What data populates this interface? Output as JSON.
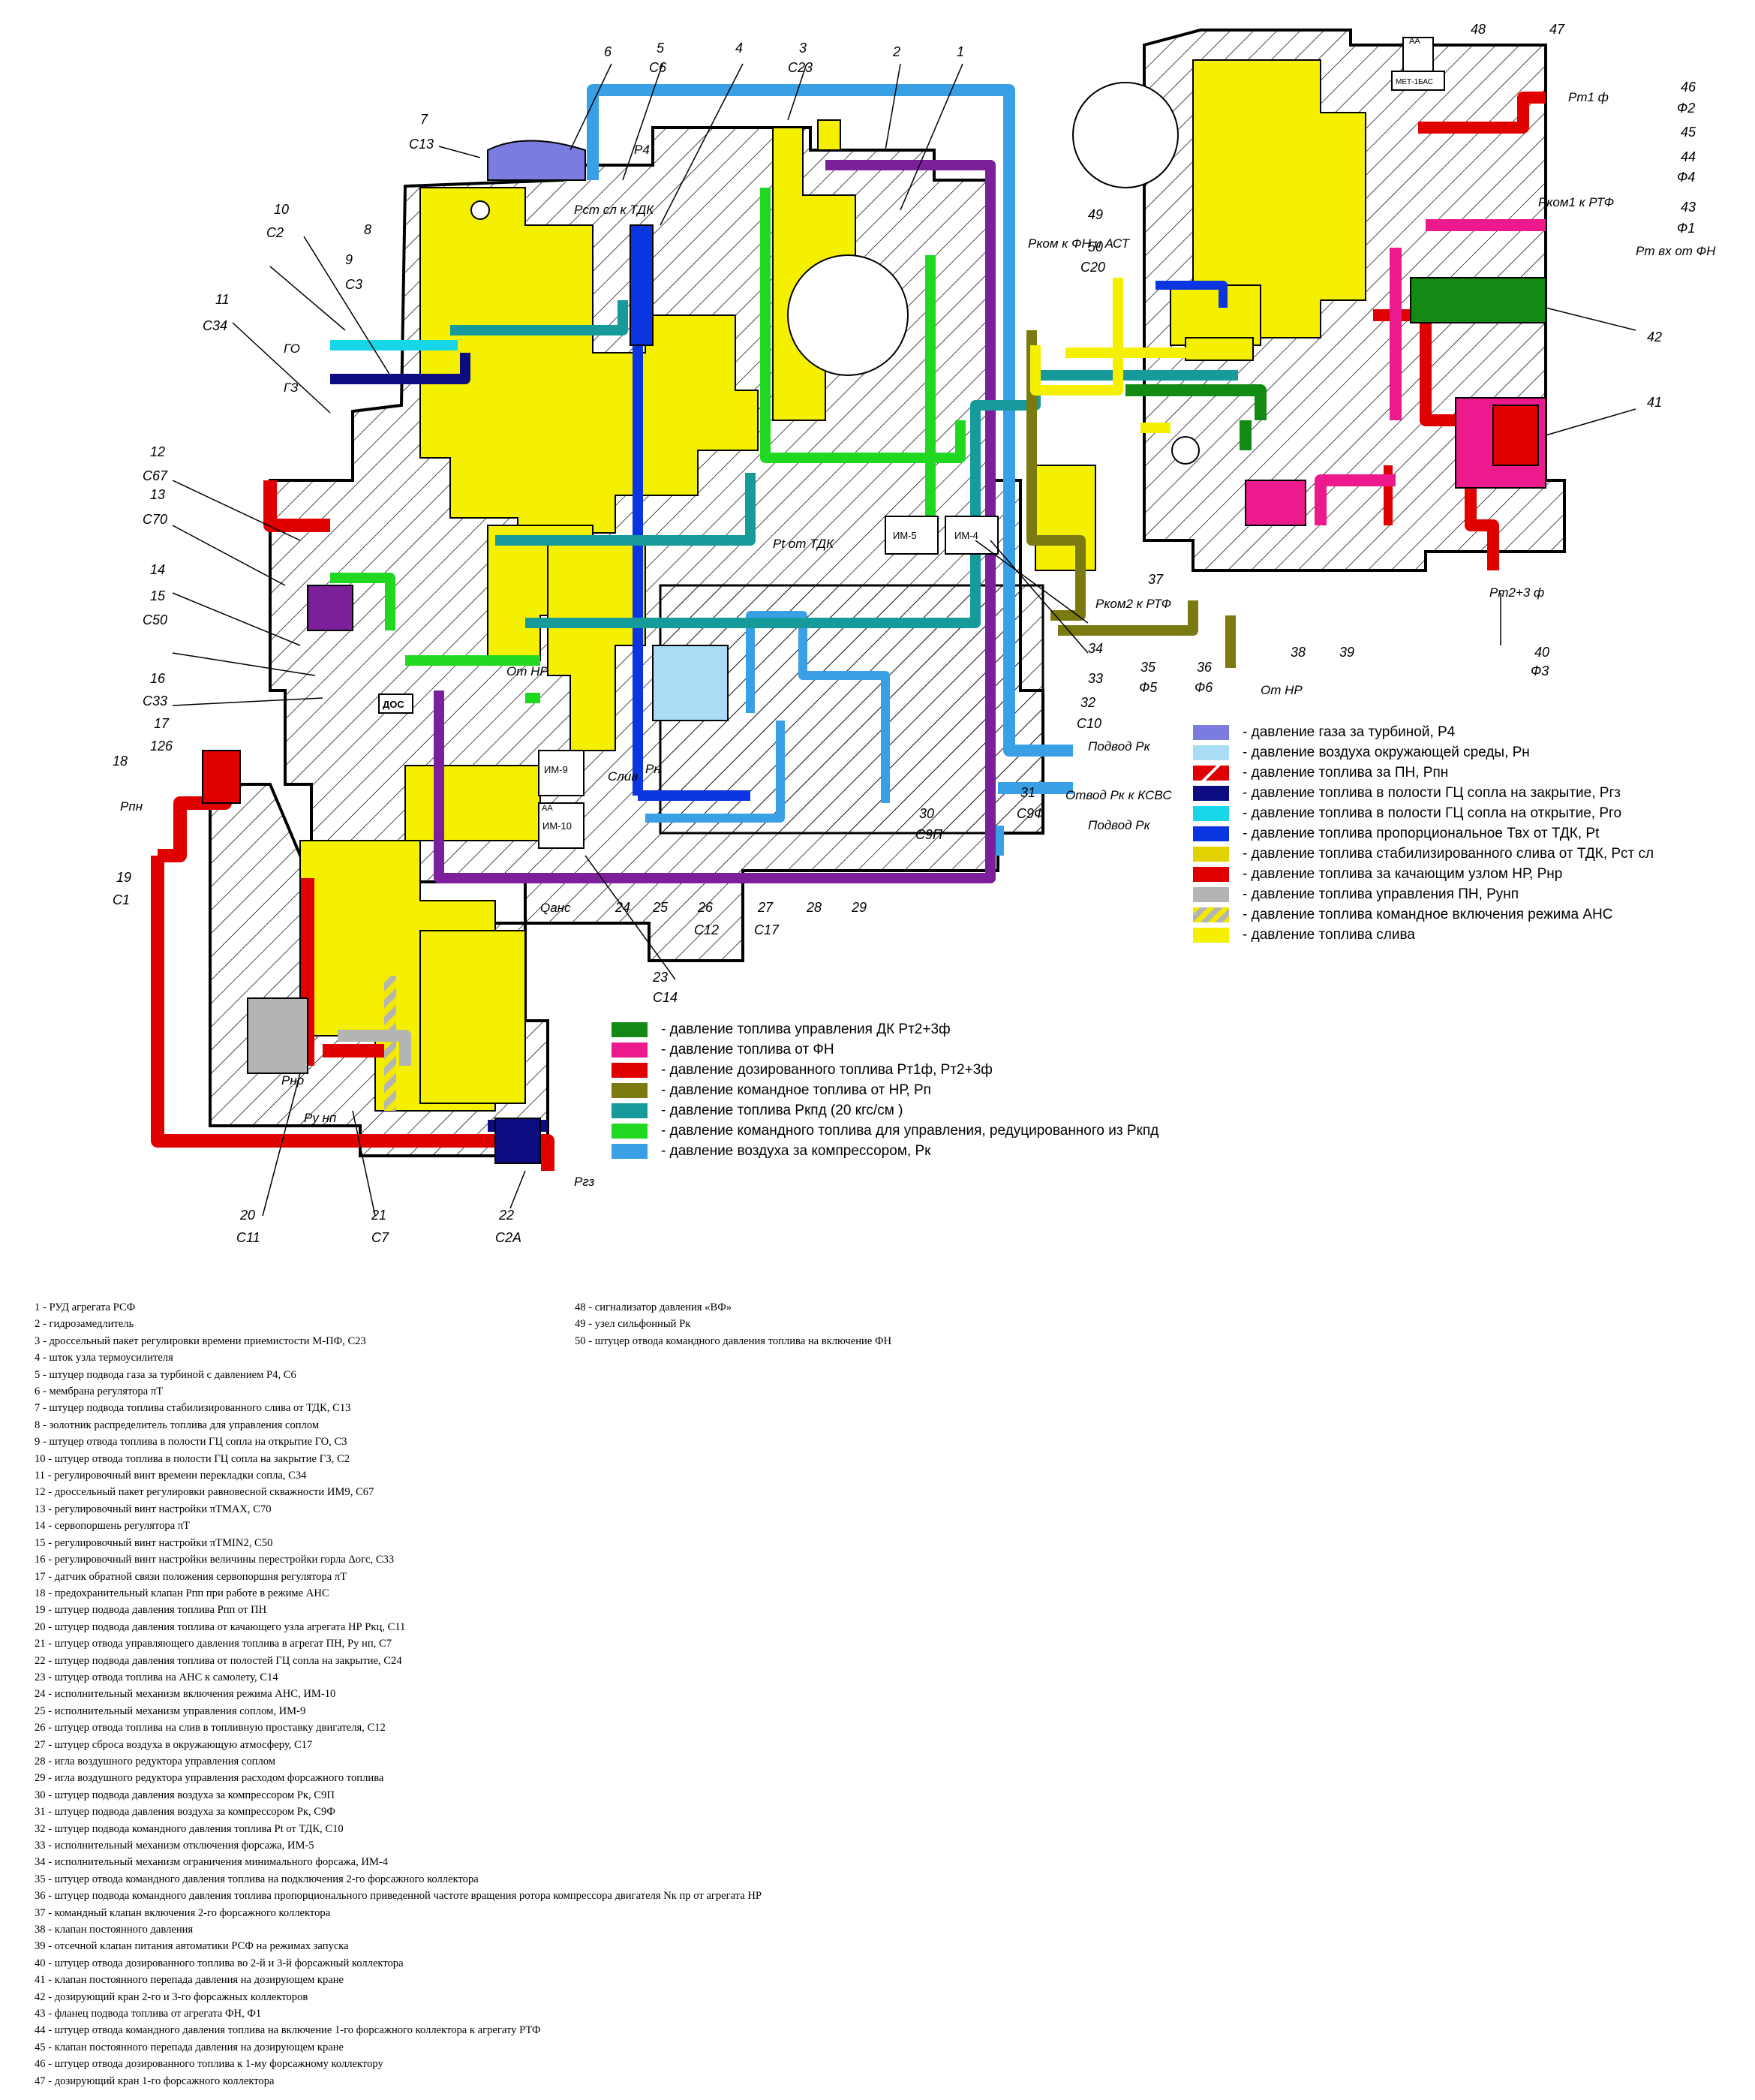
{
  "callouts": [
    {
      "n": "1"
    },
    {
      "n": "2"
    },
    {
      "n": "3",
      "code": "C23"
    },
    {
      "n": "4"
    },
    {
      "n": "5",
      "code": "C6"
    },
    {
      "n": "6"
    },
    {
      "n": "7",
      "code": "C13"
    },
    {
      "n": "8"
    },
    {
      "n": "9",
      "code": "C3"
    },
    {
      "n": "10",
      "code": "C2"
    },
    {
      "n": "11",
      "code": "C34"
    },
    {
      "n": "12",
      "code": "C67"
    },
    {
      "n": "13",
      "code": "C70"
    },
    {
      "n": "14"
    },
    {
      "n": "15",
      "code": "C50"
    },
    {
      "n": "16",
      "code": "C33"
    },
    {
      "n": "17"
    },
    {
      "n": "18"
    },
    {
      "n": "126"
    },
    {
      "n": "19",
      "code": "C1"
    },
    {
      "n": "20",
      "code": "C11"
    },
    {
      "n": "21",
      "code": "C7"
    },
    {
      "n": "22",
      "code": "C2A"
    },
    {
      "n": "23",
      "code": "C14"
    },
    {
      "n": "24"
    },
    {
      "n": "25"
    },
    {
      "n": "26",
      "code": "C12"
    },
    {
      "n": "27",
      "code": "C17"
    },
    {
      "n": "28"
    },
    {
      "n": "29"
    },
    {
      "n": "30",
      "code": "C9П"
    },
    {
      "n": "31",
      "code": "C9Ф"
    },
    {
      "n": "32",
      "code": "C10"
    },
    {
      "n": "33"
    },
    {
      "n": "34"
    },
    {
      "n": "35",
      "code": "Ф5"
    },
    {
      "n": "36",
      "code": "Ф6"
    },
    {
      "n": "37"
    },
    {
      "n": "38"
    },
    {
      "n": "39"
    },
    {
      "n": "40",
      "code": "Ф3"
    },
    {
      "n": "41"
    },
    {
      "n": "42"
    },
    {
      "n": "43",
      "code": "Ф1"
    },
    {
      "n": "44",
      "code": "Ф4"
    },
    {
      "n": "45"
    },
    {
      "n": "46",
      "code": "Ф2"
    },
    {
      "n": "47"
    },
    {
      "n": "48"
    },
    {
      "n": "49"
    },
    {
      "n": "50",
      "code": "C20"
    }
  ],
  "ports": {
    "go": "ГО",
    "gz": "ГЗ",
    "rpn": "Рпн",
    "rgz": "Ргз",
    "pt_tdk": "Рt от ТДК",
    "rst_sl": "Рст сл к ТДК",
    "p4": "Р4",
    "rkom_fn": "Рком к ФН и АСТ",
    "podvod_rk": "Подвод Рк",
    "otvod_rk": "Отвод Рк к КСВС",
    "podvod_rk2": "Подвод Рк",
    "ot_nr": "От НР",
    "ot_nr2": "От НР",
    "sliv": "Слив",
    "rn": "Рн",
    "rt1f": "Рт1 ф",
    "rkom1": "Рком1 к РТФ",
    "rt_fn": "Рт вх от ФН",
    "rt23": "Рт2+3 ф",
    "rkom2": "Рком2 к РТФ",
    "rnr": "Рнр",
    "ru_np": "Ру нп",
    "qans": "Qанс"
  },
  "components": {
    "dos": "ДОС",
    "im5": "ИМ-5",
    "im4": "ИМ-4",
    "im9": "ИМ-9",
    "im10": "ИМ-10",
    "met": "МЕТ-1БАС",
    "aa1": "АА",
    "aa2": "АА"
  },
  "legend_right": [
    {
      "color": "#7c7ce0",
      "label": "- давление газа за турбиной, Р4"
    },
    {
      "color": "#a9dcf5",
      "label": "- давление воздуха окружающей среды, Рн"
    },
    {
      "color": "#e00000",
      "label": "- давление топлива за ПН, Рпн",
      "style": "red-slash"
    },
    {
      "color": "#0c0c80",
      "label": "- давление топлива в полости ГЦ сопла на закрытие, Ргз"
    },
    {
      "color": "#16d6e8",
      "label": "- давление топлива в полости ГЦ сопла на открытие, Рго"
    },
    {
      "color": "#0b35e0",
      "label": "- давление топлива пропорциональное Твх от ТДК, Рt"
    },
    {
      "color": "#e2d200",
      "label": "- давление топлива стабилизированного слива от ТДК, Рст сл"
    },
    {
      "color": "#e00000",
      "label": "- давление топлива за качающим узлом НР, Рнр"
    },
    {
      "color": "#b4b4b4",
      "label": "- давление топлива управления ПН, Рунп"
    },
    {
      "color": "#f3e800",
      "label": "- давление топлива командное включения режима АНС",
      "style": "stripe"
    },
    {
      "color": "#f5f000",
      "label": "- давление топлива слива"
    }
  ],
  "legend_left": [
    {
      "color": "#138a13",
      "label": "- давление топлива управления ДК Рт2+3ф"
    },
    {
      "color": "#ec1a8c",
      "label": "- давление топлива от ФН"
    },
    {
      "color": "#e00000",
      "label": "- давление дозированного топлива Рт1ф, Рт2+3ф"
    },
    {
      "color": "#7a7a10",
      "label": "- давление командное топлива от НР, Рп"
    },
    {
      "color": "#169a9a",
      "label": "- давление топлива Ркпд (20 кгс/см )"
    },
    {
      "color": "#21d821",
      "label": "- давление командного топлива для управления, редуцированного из Ркпд"
    },
    {
      "color": "#3aa0e6",
      "label": "- давление воздуха за компрессором, Рк"
    }
  ],
  "notes_left": [
    "1 - РУД агрегата РСФ",
    "2 - гидрозамедлитель",
    "3 - дроссельный пакет регулировки времени приемистости М-ПФ, С23",
    "4 - шток узла термоусилителя",
    "5 - штуцер подвода газа за турбиной с давлением Р4, С6",
    "6 - мембрана регулятора πТ",
    "7 - штуцер подвода топлива стабилизированного слива от ТДК, С13",
    "8 - золотник распределитель топлива для управления соплом",
    "9 - штуцер отвода топлива в полости ГЦ сопла на открытие ГО, С3",
    "10 - штуцер отвода топлива в полости ГЦ сопла на закрытие ГЗ, С2",
    "11 - регулировочный винт времени перекладки сопла, С34",
    "12 - дроссельный пакет регулировки равновесной скважности ИМ9, С67",
    "13 - регулировочный винт настройки πТМАХ, С70",
    "14 - сервопоршень регулятора πТ",
    "15 - регулировочный винт настройки πТMIN2, С50",
    "16 - регулировочный винт настройки величины перестройки горла Δогс, С33",
    "17 - датчик обратной связи положения сервопоршня регулятора πТ",
    "18 - предохранительный клапан Рпп при работе в режиме АНС",
    "19 - штуцер подвода давления топлива Рпп от ПН",
    "20 - штуцер подвода давления топлива от качающего узла агрегата НР Ркц, С11",
    "21 - штуцер отвода управляющего давления топлива в агрегат ПН, Ру нп, С7",
    "22 - штуцер подвода давления топлива от полостей ГЦ сопла на закрытие, С24",
    "23 - штуцер отвода топлива на АНС к самолету, С14",
    "24 - исполнительный механизм включения режима АНС, ИМ-10",
    "25 - исполнительный механизм управления соплом, ИМ-9",
    "26 - штуцер отвода топлива на слив в топливную проставку двигателя, С12",
    "27 - штуцер сброса воздуха в окружающую атмосферу, С17",
    "28 - игла воздушного редуктора управления соплом",
    "29 - игла воздушного редуктора управления расходом форсажного топлива",
    "30 - штуцер подвода давления воздуха за компрессором Рк, С9П",
    "31 - штуцер подвода давления воздуха за компрессором Рк, С9Ф",
    "32 - штуцер подвода командного давления топлива Рt от ТДК, С10",
    "33 - исполнительный механизм отключения форсажа, ИМ-5",
    "34 - исполнительный механизм ограничения минимального форсажа, ИМ-4",
    "35 - штуцер отвода командного давления топлива на подключения 2-го форсажного коллектора",
    "36 - штуцер подвода командного давления топлива пропорционального приведенной частоте вращения ротора компрессора двигателя Nк пр от агрегата НР",
    "37 - командный клапан включения 2-го форсажного коллектора",
    "38 - клапан постоянного давления",
    "39 - отсечной клапан питания автоматики РСФ на режимах запуска",
    "40 - штуцер отвода дозированного топлива во 2-й и 3-й форсажный коллектора",
    "41 - клапан постоянного перепада давления на дозирующем кране",
    "42 - дозирующий кран 2-го и 3-го форсажных коллекторов",
    "43 - фланец подвода топлива от агрегата ФН, Ф1",
    "44 - штуцер отвода командного давления топлива на включение 1-го форсажного коллектора к агрегату РТФ",
    "45 - клапан постоянного перепада давления на дозирующем кране",
    "46 - штуцер отвода дозированного топлива к 1-му форсажному коллектору",
    "47 - дозирующий кран 1-го форсажного коллектора"
  ],
  "notes_right": [
    "48 - сигнализатор давления «ВФ»",
    "49 - узел сильфонный Рк",
    "50 - штуцер отвода командного давления топлива на включение ФН"
  ]
}
